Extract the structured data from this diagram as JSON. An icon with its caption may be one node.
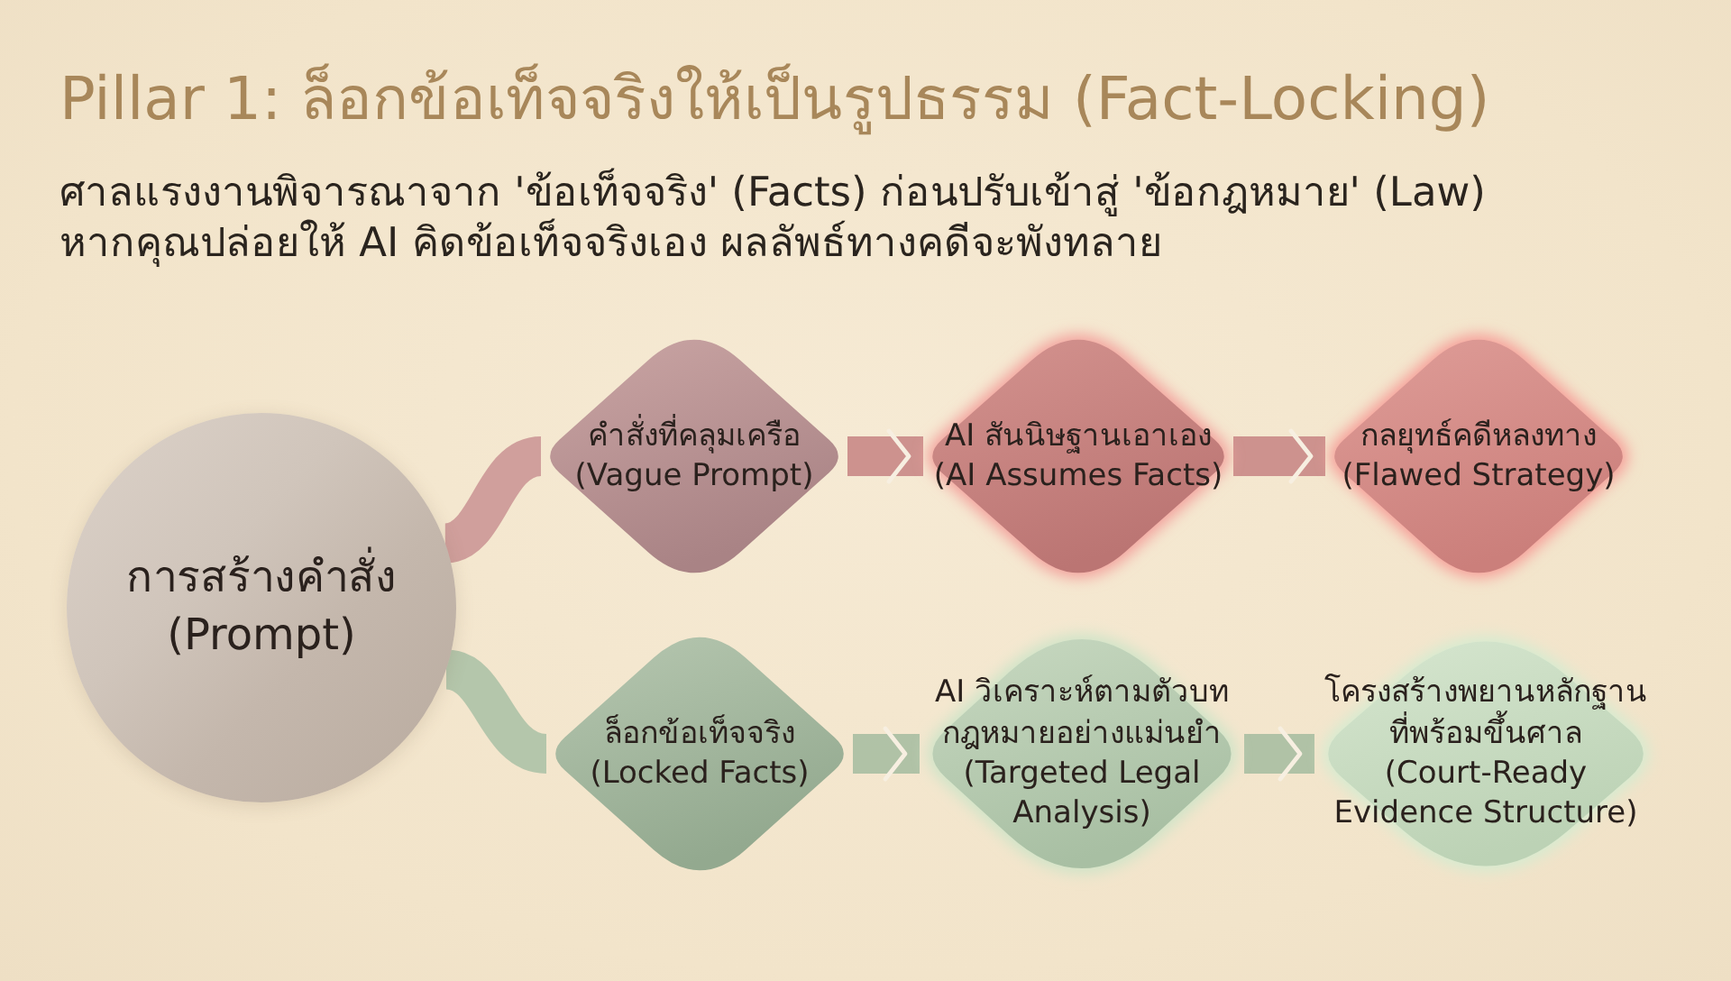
{
  "diagram": {
    "title": "Pillar 1: ล็อกข้อเท็จจริงให้เป็นรูปธรรม (Fact-Locking)",
    "nodes": [
      {
        "text": [
          "การสร้างคำสั่ง",
          "(Prompt)"
        ]
      },
      {
        "text": [
          "คำสั่งที่คลุมเครือ",
          "(Vague Prompt)"
        ]
      },
      {
        "text": [
          "AI สันนิษฐานเอาเอง",
          "(AI Assumes Facts)"
        ]
      },
      {
        "text": [
          "กลยุทธ์คดีหลงทาง",
          "(Flawed Strategy)"
        ]
      },
      {
        "text": [
          "ล็อกข้อเท็จจริง",
          "(Locked Facts)"
        ]
      },
      {
        "text": [
          "AI วิเคราะห์ตามตัวบทกฎหมายอย่างแม่นยำ",
          "(Targeted Legal Analysis)"
        ]
      },
      {
        "text": [
          "โครงสร้างพยานหลักฐานที่พร้อมขึ้นศาล",
          "(Court-Ready Evidence Structure)"
        ]
      }
    ],
    "edges": [
      {
        "from": 0,
        "to": 1,
        "arrow": "none",
        "color": "#cc9796"
      },
      {
        "from": 1,
        "to": 2,
        "arrow": "to",
        "color": "#c98886"
      },
      {
        "from": 2,
        "to": 3,
        "arrow": "to",
        "color": "#c98886"
      },
      {
        "from": 0,
        "to": 4,
        "arrow": "none",
        "color": "#adc2a7"
      },
      {
        "from": 4,
        "to": 5,
        "arrow": "to",
        "color": "#a8bea2"
      },
      {
        "from": 5,
        "to": 6,
        "arrow": "to",
        "color": "#a8bea2"
      }
    ],
    "labels": [
      "ศาลแรงงานพิจารณาจาก 'ข้อเท็จจริง' (Facts) ก่อนปรับเข้าสู่ 'ข้อกฎหมาย' (Law)",
      "หากคุณปล่อยให้ AI คิดข้อเท็จจริงเอง ผลลัพธ์ทางคดีจะพังทลาย"
    ]
  }
}
